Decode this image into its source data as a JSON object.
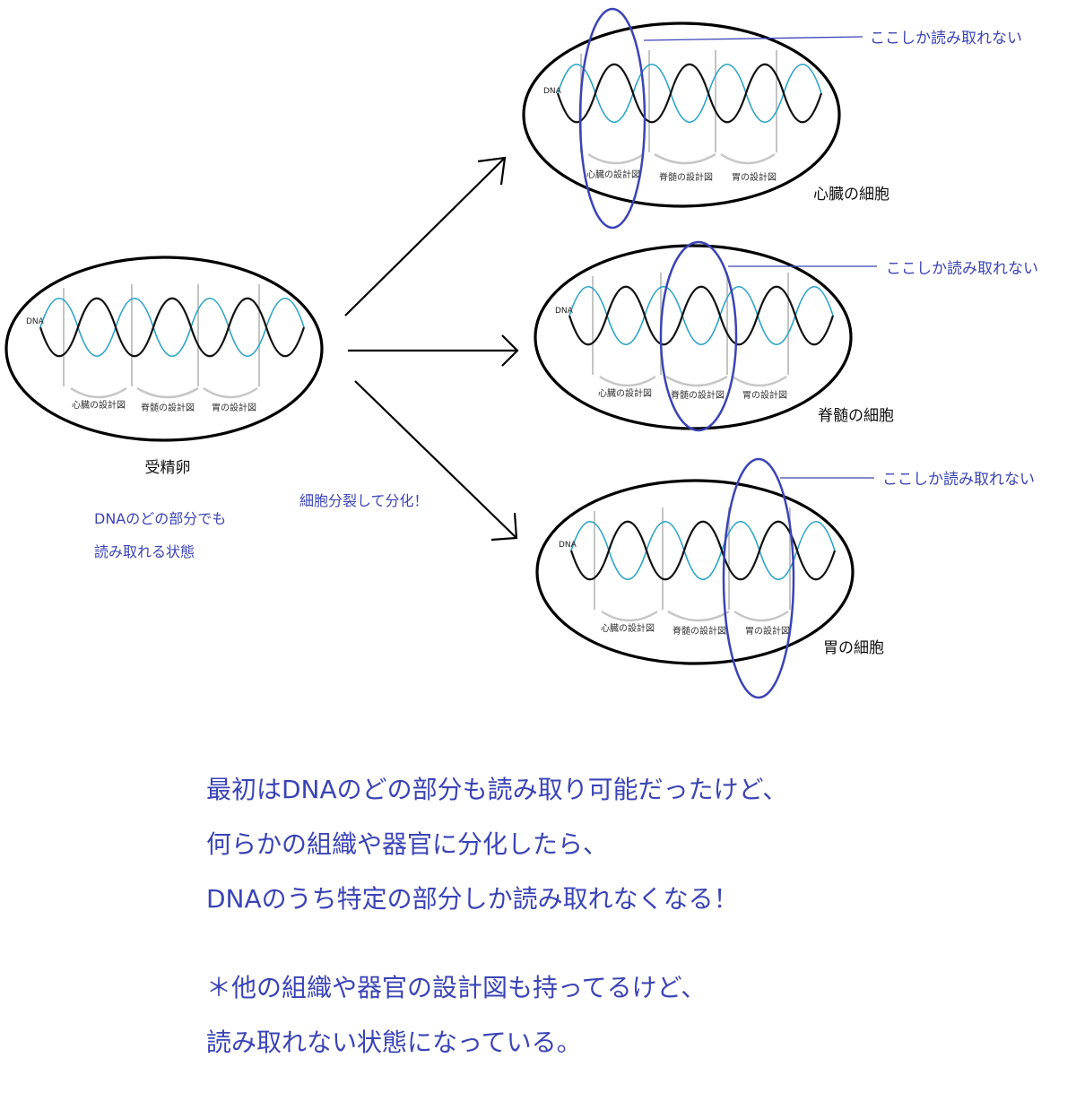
{
  "dna_label": "DNA",
  "segments": [
    "心臓の設計図",
    "脊髄の設計図",
    "胃の設計図"
  ],
  "egg": {
    "label": "受精卵",
    "note": [
      "DNAのどの部分でも",
      "読み取れる状態"
    ]
  },
  "arrow_label": "細胞分裂して分化！",
  "cells": [
    {
      "name": "心臓の細胞",
      "highlight_segment": 0,
      "callout": "ここしか読み取れない"
    },
    {
      "name": "脊髄の細胞",
      "highlight_segment": 1,
      "callout": "ここしか読み取れない"
    },
    {
      "name": "胃の細胞",
      "highlight_segment": 2,
      "callout": "ここしか読み取れない"
    }
  ],
  "caption": {
    "line1": "最初はDNAのどの部分も読み取り可能だったけど、",
    "line2": "何らかの組織や器官に分化したら、",
    "line3": "DNAのうち特定の部分しか読み取れなくなる！",
    "line4": "＊他の組織や器官の設計図も持ってるけど、",
    "line5": "読み取れない状態になっている。"
  },
  "colors": {
    "accent": "#3b44b5",
    "strand_cyan": "#29a3c6",
    "strand_black": "#111111",
    "divider": "#c4c4c4"
  }
}
